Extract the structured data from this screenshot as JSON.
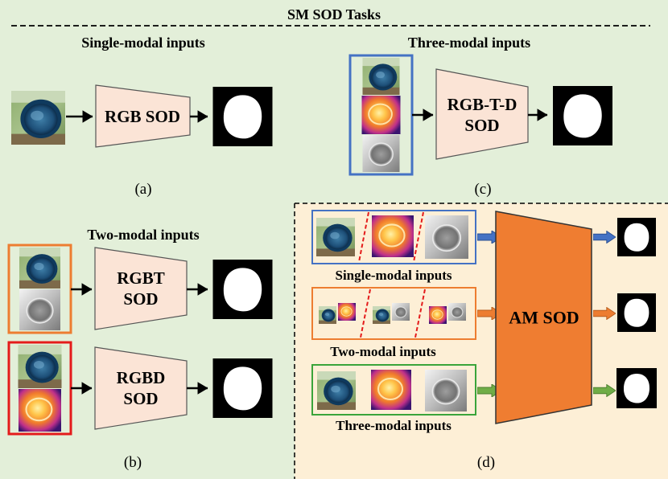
{
  "header": {
    "title": "SM SOD Tasks"
  },
  "panels": {
    "a": {
      "caption": "(a)",
      "inputs_title": "Single-modal inputs",
      "model_label": "RGB SOD"
    },
    "b": {
      "caption": "(b)",
      "inputs_title": "Two-modal inputs",
      "model_top_line1": "RGBT",
      "model_top_line2": "SOD",
      "model_bottom_line1": "RGBD",
      "model_bottom_line2": "SOD"
    },
    "c": {
      "caption": "(c)",
      "inputs_title": "Three-modal inputs",
      "model_line1": "RGB-T-D",
      "model_line2": "SOD"
    },
    "d": {
      "caption": "(d)",
      "single_label": "Single-modal inputs",
      "two_label": "Two-modal inputs",
      "three_label": "Three-modal inputs",
      "model_label": "AM SOD"
    }
  },
  "colors": {
    "green_bg": "#e3efd9",
    "yellow_bg": "#fdefd6",
    "trap_fill": "#fbe4d6",
    "am_fill": "#ef7d31",
    "blue_frame": "#4472c4",
    "orange_frame": "#ed7d31",
    "red_frame": "#e41b1b",
    "green_frame": "#3aa43a"
  },
  "icons": [
    "rgb-image-icon",
    "thermal-image-icon",
    "depth-image-icon",
    "saliency-mask-icon",
    "arrow-icon"
  ]
}
